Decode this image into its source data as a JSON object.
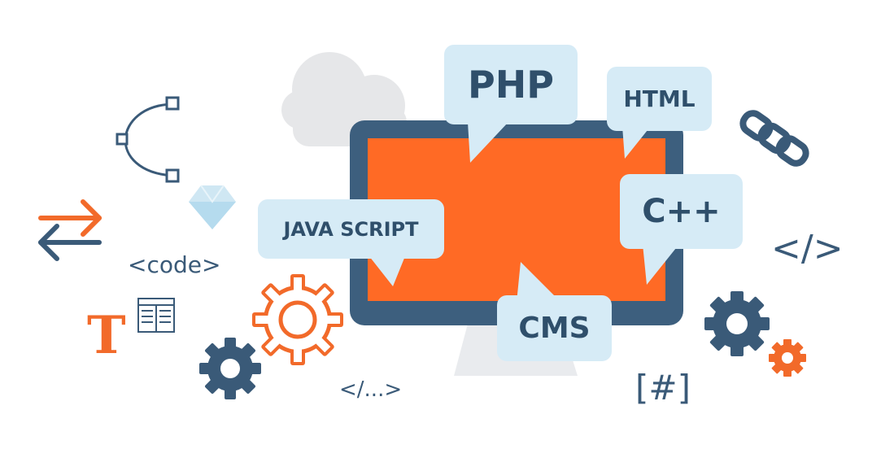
{
  "bubbles": {
    "php": "PHP",
    "html": "HTML",
    "javascript": "JAVA SCRIPT",
    "cpp": "C++",
    "cms": "CMS"
  },
  "snippets": {
    "code_tag": "<code>",
    "close_tag": "</>",
    "ellipsis_tag": "</...>",
    "hash_tag": "[#]",
    "type_letter": "T"
  },
  "colors": {
    "navy": "#3a5a78",
    "orange": "#f26a2a",
    "screen_orange": "#ff6a25",
    "bubble_bg": "#d6ebf6",
    "cloud": "#e6e7e9"
  },
  "icons": [
    "bezier-curve-icon",
    "diamond-icon",
    "swap-arrows-icon",
    "text-type-icon",
    "layout-grid-icon",
    "gear-icon",
    "cloud-icon",
    "chain-link-icon",
    "monitor-icon"
  ]
}
